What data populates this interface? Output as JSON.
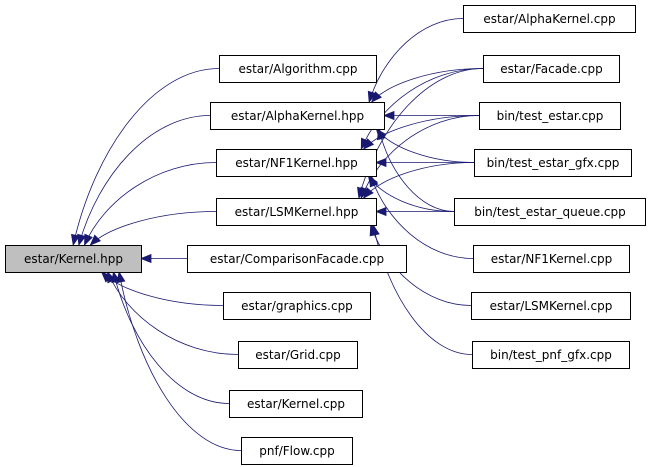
{
  "nodes": [
    {
      "id": "kernel_hpp",
      "label": "estar/Kernel.hpp"
    },
    {
      "id": "algorithm_cpp",
      "label": "estar/Algorithm.cpp"
    },
    {
      "id": "alphakernel_hpp",
      "label": "estar/AlphaKernel.hpp"
    },
    {
      "id": "nf1kernel_hpp",
      "label": "estar/NF1Kernel.hpp"
    },
    {
      "id": "lsmkernel_hpp",
      "label": "estar/LSMKernel.hpp"
    },
    {
      "id": "comparisonfacade_cpp",
      "label": "estar/ComparisonFacade.cpp"
    },
    {
      "id": "graphics_cpp",
      "label": "estar/graphics.cpp"
    },
    {
      "id": "grid_cpp",
      "label": "estar/Grid.cpp"
    },
    {
      "id": "kernel_cpp",
      "label": "estar/Kernel.cpp"
    },
    {
      "id": "flow_cpp",
      "label": "pnf/Flow.cpp"
    },
    {
      "id": "alphakernel_cpp",
      "label": "estar/AlphaKernel.cpp"
    },
    {
      "id": "facade_cpp",
      "label": "estar/Facade.cpp"
    },
    {
      "id": "test_estar",
      "label": "bin/test_estar.cpp"
    },
    {
      "id": "test_estar_gfx",
      "label": "bin/test_estar_gfx.cpp"
    },
    {
      "id": "test_estar_queue",
      "label": "bin/test_estar_queue.cpp"
    },
    {
      "id": "nf1kernel_cpp",
      "label": "estar/NF1Kernel.cpp"
    },
    {
      "id": "lsmkernel_cpp",
      "label": "estar/LSMKernel.cpp"
    },
    {
      "id": "test_pnf_gfx",
      "label": "bin/test_pnf_gfx.cpp"
    }
  ],
  "edges": [
    {
      "from": "algorithm_cpp",
      "to": "kernel_hpp"
    },
    {
      "from": "alphakernel_hpp",
      "to": "kernel_hpp"
    },
    {
      "from": "nf1kernel_hpp",
      "to": "kernel_hpp"
    },
    {
      "from": "lsmkernel_hpp",
      "to": "kernel_hpp"
    },
    {
      "from": "comparisonfacade_cpp",
      "to": "kernel_hpp"
    },
    {
      "from": "graphics_cpp",
      "to": "kernel_hpp"
    },
    {
      "from": "grid_cpp",
      "to": "kernel_hpp"
    },
    {
      "from": "kernel_cpp",
      "to": "kernel_hpp"
    },
    {
      "from": "flow_cpp",
      "to": "kernel_hpp"
    },
    {
      "from": "alphakernel_cpp",
      "to": "alphakernel_hpp"
    },
    {
      "from": "facade_cpp",
      "to": "alphakernel_hpp"
    },
    {
      "from": "test_estar",
      "to": "alphakernel_hpp"
    },
    {
      "from": "test_estar_gfx",
      "to": "alphakernel_hpp"
    },
    {
      "from": "test_estar_queue",
      "to": "alphakernel_hpp"
    },
    {
      "from": "facade_cpp",
      "to": "nf1kernel_hpp"
    },
    {
      "from": "test_estar",
      "to": "nf1kernel_hpp"
    },
    {
      "from": "test_estar_gfx",
      "to": "nf1kernel_hpp"
    },
    {
      "from": "test_estar_queue",
      "to": "nf1kernel_hpp"
    },
    {
      "from": "nf1kernel_cpp",
      "to": "nf1kernel_hpp"
    },
    {
      "from": "facade_cpp",
      "to": "lsmkernel_hpp"
    },
    {
      "from": "test_estar",
      "to": "lsmkernel_hpp"
    },
    {
      "from": "test_estar_gfx",
      "to": "lsmkernel_hpp"
    },
    {
      "from": "test_estar_queue",
      "to": "lsmkernel_hpp"
    },
    {
      "from": "lsmkernel_cpp",
      "to": "lsmkernel_hpp"
    },
    {
      "from": "test_pnf_gfx",
      "to": "lsmkernel_hpp"
    }
  ]
}
